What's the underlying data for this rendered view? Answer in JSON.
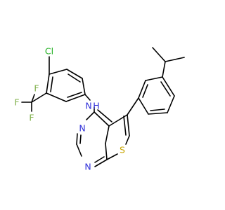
{
  "atom_labels": {
    "cl": "Cl",
    "f1": "F",
    "f2": "F",
    "f3": "F",
    "nh": "N",
    "h": "H",
    "n3": "N",
    "n1": "N",
    "s": "S"
  },
  "colors": {
    "bond": "#000000",
    "carbon_label": "#000000",
    "chlorine": "#1fb01f",
    "fluorine": "#7fb04a",
    "nitrogen": "#2f2fd9",
    "sulfur": "#c8a500",
    "background": "#ffffff"
  }
}
